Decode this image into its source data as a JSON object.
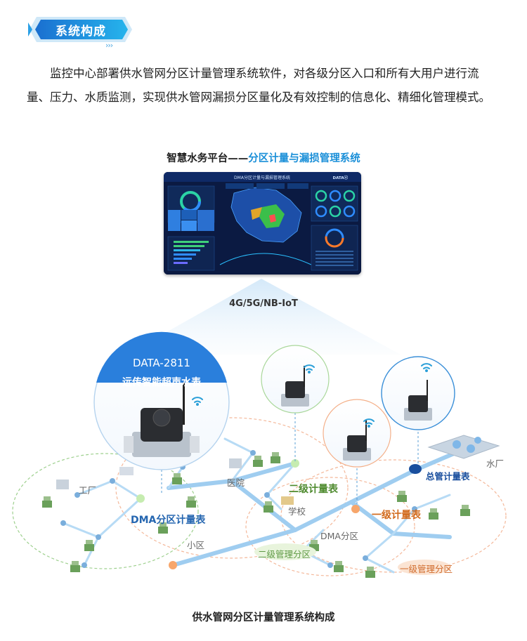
{
  "header": {
    "badge": "系统构成",
    "arrows": "›››"
  },
  "intro": "监控中心部署供水管网分区计量管理系统软件，对各级分区入口和所有大用户进行流量、压力、水质监测，实现供水管网漏损分区量化及有效控制的信息化、精细化管理模式。",
  "platform": {
    "title_prefix": "智慧水务平台——",
    "title_accent": "分区计量与漏损管理系统",
    "screen_title": "DMA分区计量与漏损管理系统",
    "screen_brand": "DATAⓔ"
  },
  "network": "4G/5G/NB-IoT",
  "meter": {
    "model": "DATA-2811",
    "name": "远传智能超声水表"
  },
  "labels": {
    "factory": "工厂",
    "hospital": "医院",
    "school": "学校",
    "residential": "小区",
    "waterworks": "水厂",
    "dma_zone": "DMA分区",
    "secondary_zone": "二级管理分区",
    "primary_zone": "一级管理分区",
    "dma_meter": "DMA分区计量表",
    "secondary_meter": "二级计量表",
    "primary_meter": "一级计量表",
    "main_meter": "总管计量表"
  },
  "colors": {
    "brand_blue": "#1a8fd8",
    "dma_meter": "#2566b0",
    "secondary_meter": "#4e8a2e",
    "primary_meter": "#d26a1c",
    "main_meter": "#1a4f9e"
  },
  "caption": "供水管网分区计量管理系统构成"
}
